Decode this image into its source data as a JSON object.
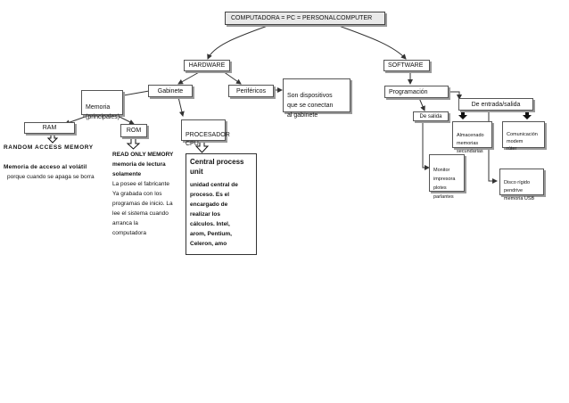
{
  "nodes": {
    "title": "COMPUTADORA = PC = PERSONALCOMPUTER",
    "hardware": "HARDWARE",
    "software": "SOFTWARE",
    "gabinete": "Gabinete",
    "perifericos": "Periféricos",
    "perifericos_desc": "Son dispositivos\nque se conectan\nal gabinete",
    "memoria": "Memoria\n(principales)",
    "ram": "RAM",
    "rom": "ROM",
    "procesador": "PROCESADOR\nCPU",
    "ram_full": "RANDOM ACCESS MEMORY",
    "ram_desc_1": "Memoria de acceso al volátil",
    "ram_desc_2": "porque cuando se apaga se borra",
    "rom_title": "READ ONLY MEMORY\nmemoria de lectura\nsolamente",
    "rom_desc": "La posee el fabricante\nYa grabada con los\nprogramas de inicio. La\nlee el sistema cuando\narranca la\ncomputadora",
    "cpu_title": "Central process\nunit",
    "cpu_desc": "unidad central de\nproceso.  Es el\nencargado de\nrealizar los\ncálculos.  Intel,\narom, Pentium,\nCeleron, amo",
    "programacion": "Programación",
    "entrada_salida": "De entrada/salida",
    "de_salida": "De salida",
    "almacenado": "Almacenado\nmemorias\nsecundarias",
    "comunicacion": "Comunicación\nmodem\nrúter",
    "monitor": "Monitor\nimpresora\nplotes\nparlantes",
    "disco": "Disco rígido\npendrive\nmemoria USB"
  },
  "colors": {
    "line": "#333333",
    "border": "#555555",
    "shadow": "#9a9a9a",
    "title_bg": "#e9e9e9"
  }
}
